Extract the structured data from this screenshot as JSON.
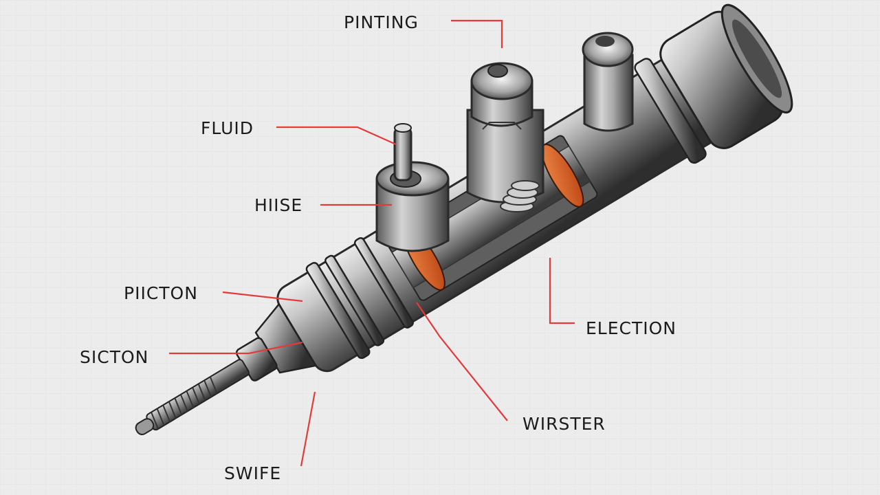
{
  "labels": {
    "pinting": "PINTING",
    "fluid": "FLUID",
    "hiise": "HIISE",
    "piicton": "PIICTON",
    "sicton": "SICTON",
    "election": "ELECTION",
    "wirster": "WIRSTER",
    "swife": "SWIFE"
  },
  "colors": {
    "background": "#ececec",
    "leader_line": "#e23b3b",
    "metal_dark": "#3c3c3c",
    "metal_light": "#d9d9d9",
    "seal_orange": "#d95a1c"
  }
}
